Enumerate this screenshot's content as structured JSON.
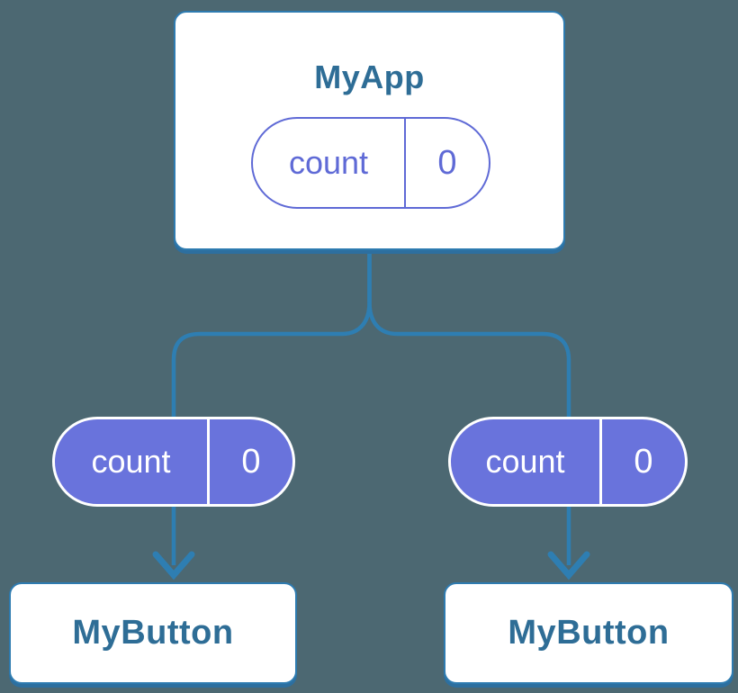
{
  "colors": {
    "background": "#4c6872",
    "connector_blue": "#2e7eb2",
    "card_fill": "#ffffff",
    "card_border": "#2e7bb0",
    "card_shadow": "#2d6f9f",
    "node_label_text": "#2e6d96",
    "state_purple": "#6973dc",
    "state_outline_purple": "#5f6ad6",
    "pill_text_light": "#ffffff"
  },
  "nodes": {
    "root": {
      "label": "MyApp",
      "state": {
        "name": "count",
        "value": "0"
      }
    },
    "left_child": {
      "label": "MyButton",
      "prop": {
        "name": "count",
        "value": "0"
      }
    },
    "right_child": {
      "label": "MyButton",
      "prop": {
        "name": "count",
        "value": "0"
      }
    }
  }
}
